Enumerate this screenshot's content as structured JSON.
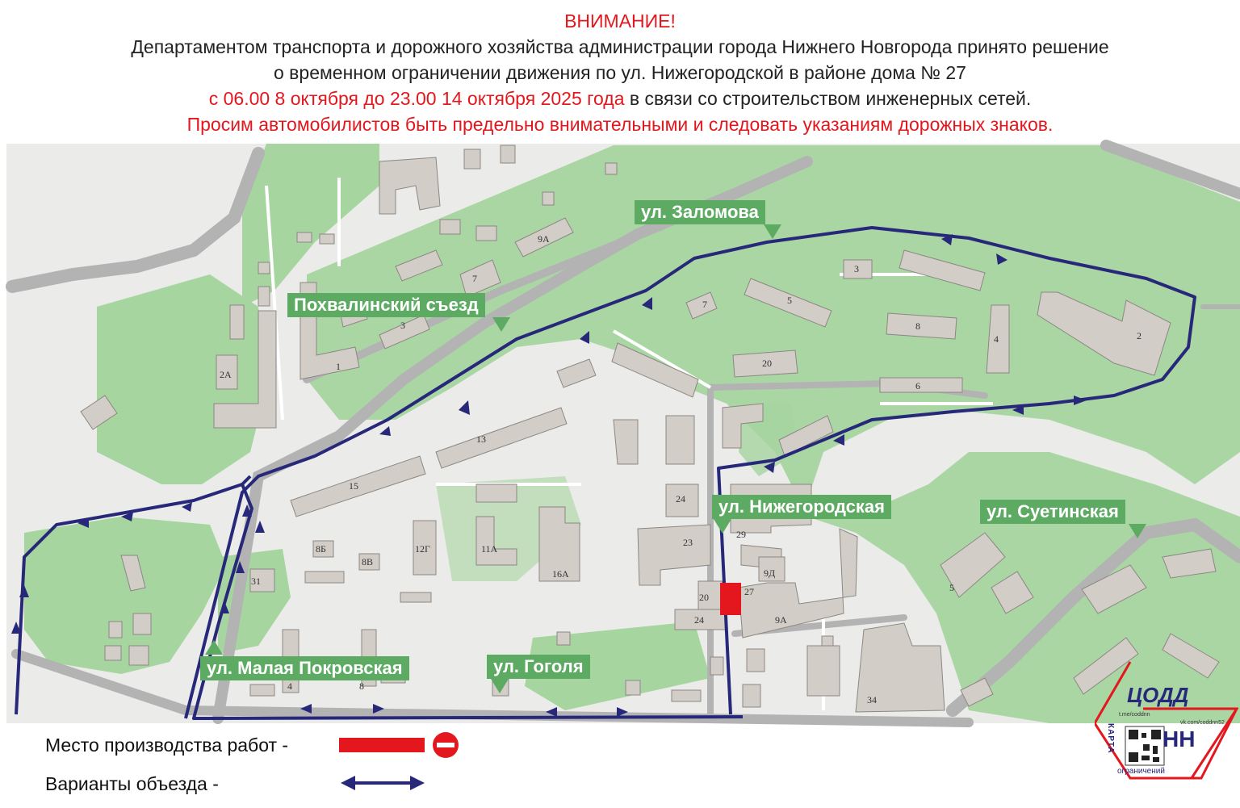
{
  "header": {
    "title": "ВНИМАНИЕ!",
    "line1": "Департаментом транспорта и дорожного хозяйства администрации города Нижнего Новгорода принято решение",
    "line2": "о временном ограничении движения по ул. Нижегородской в районе дома № 27",
    "line3_red": "с 06.00 8 октября до 23.00 14 октября 2025 года",
    "line3_dark": " в связи со строительством инженерных сетей.",
    "line4": "Просим автомобилистов быть предельно внимательными и следовать указаниям дорожных знаков."
  },
  "streets": {
    "zalomova": "ул. Заломова",
    "pokhvalinsky": "Похвалинский съезд",
    "nizhegorodskaya": "ул. Нижегородская",
    "suetinskaya": "ул. Суетинская",
    "malaya_pokrovskaya": "ул. Малая Покровская",
    "gogolya": "ул. Гоголя"
  },
  "buildings": {
    "b9a_top": "9А",
    "b7_left": "7",
    "b3_left": "3",
    "b1": "1",
    "b2a": "2А",
    "b13": "13",
    "b15": "15",
    "b3_top": "3",
    "b5_top": "5",
    "b7_mid": "7",
    "b8": "8",
    "b4": "4",
    "b2": "2",
    "b6": "6",
    "b20_top": "20",
    "b24_mid": "24",
    "b23": "23",
    "b29": "29",
    "b9d": "9Д",
    "b27": "27",
    "b20_bot": "20",
    "b24_bot": "24",
    "b9a_bot": "9А",
    "b5_right": "5",
    "b34": "34",
    "b8b": "8Б",
    "b8v": "8В",
    "b12g": "12Г",
    "b11a": "11А",
    "b16a": "16А",
    "b31": "31",
    "b4_bot": "4",
    "b8_bot": "8"
  },
  "legend": {
    "work_site": "Место производства работ -",
    "detour": "Варианты объезда  -"
  },
  "logo": {
    "name": "ЦОДД",
    "city": "НН",
    "vertical": "КАРТА",
    "subtitle": "ограничений",
    "tme": "t.me/coddnn",
    "vk": "vk.com/coddnn52"
  },
  "colors": {
    "route": "#27287a",
    "work": "#e3171d",
    "park": "#a6d5a0",
    "building": "#d2cdc7",
    "road": "#b3b3b3",
    "label": "#5dab63"
  }
}
